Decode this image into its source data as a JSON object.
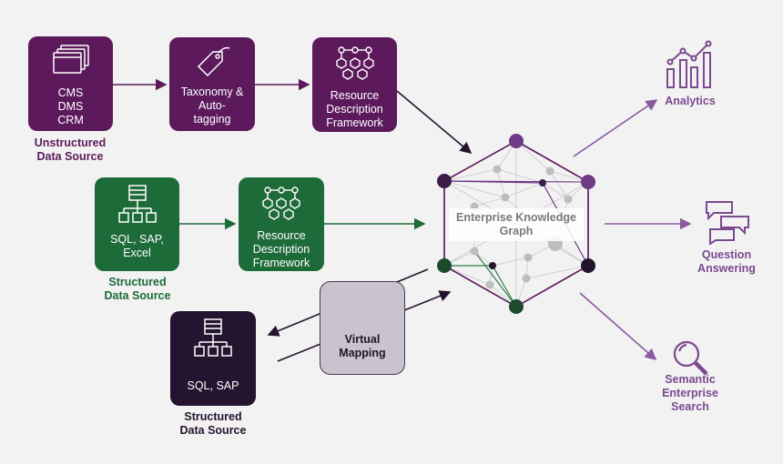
{
  "colors": {
    "purple": "#5c1a5c",
    "green": "#1e6b3a",
    "dark": "#24142f",
    "accent": "#7b4a8f",
    "virtual": "#c9c3ce"
  },
  "unstructured": {
    "source_label": "CMS\nDMS\nCRM",
    "taxonomy_label": "Taxonomy &\nAuto-\ntagging",
    "rdf_label": "Resource\nDescription\nFramework",
    "caption": "Unstructured\nData Source"
  },
  "structured": {
    "source_label": "SQL, SAP,\nExcel",
    "rdf_label": "Resource\nDescription\nFramework",
    "caption": "Structured\nData Source"
  },
  "structured_virtual": {
    "source_label": "SQL, SAP",
    "caption": "Structured\nData Source"
  },
  "virtual_mapping": "Virtual\nMapping",
  "graph_title": "Enterprise Knowledge\nGraph",
  "outputs": {
    "analytics": "Analytics",
    "qa": "Question\nAnswering",
    "search": "Semantic\nEnterprise\nSearch"
  },
  "icons": {
    "documents": "documents-icon",
    "tag": "tag-icon",
    "graph_nodes": "rdf-graph-icon",
    "database_hierarchy": "database-hierarchy-icon",
    "bar_chart": "analytics-chart-icon",
    "chat": "chat-bubbles-icon",
    "search": "magnifier-icon"
  }
}
